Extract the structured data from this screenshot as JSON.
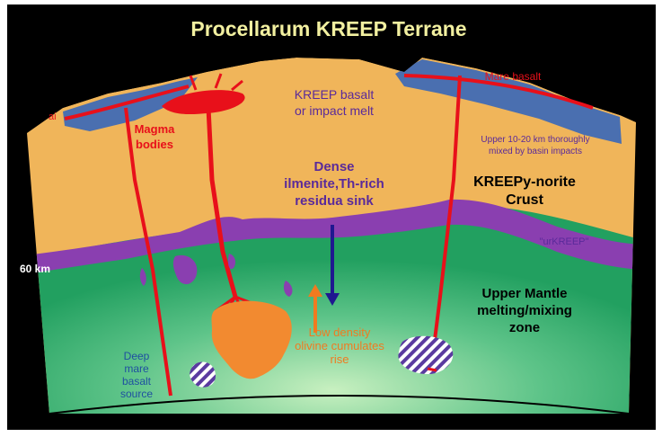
{
  "title": "Procellarum KREEP Terrane",
  "labels": {
    "mare_basalt": "Mare basalt",
    "magma_bodies_1": "Magma",
    "magma_bodies_2": "bodies",
    "kreep_basalt_1": "KREEP basalt",
    "kreep_basalt_2": "or impact melt",
    "upper_1": "Upper 10-20 km thoroughly",
    "upper_2": "mixed by basin impacts",
    "dense_1": "Dense",
    "dense_2": "ilmenite,Th-rich",
    "dense_3": "residua sink",
    "crust_1": "KREEPy-norite",
    "crust_2": "Crust",
    "urkreep": "\"urKREEP\"",
    "depth": "60 km",
    "mantle_1": "Upper Mantle",
    "mantle_2": "melting/mixing",
    "mantle_3": "zone",
    "low_1": "Low density",
    "low_2": "olivine cumulates",
    "low_3": "rise",
    "deep_1": "Deep",
    "deep_2": "mare",
    "deep_3": "basalt",
    "deep_4": "source"
  },
  "colors": {
    "background": "#000000",
    "title": "#f2f0a0",
    "crust": "#f0b55a",
    "mantle": "#2fae6a",
    "mantle_light": "#c8f0c0",
    "mare": "#4a6fb0",
    "kreep_layer": "#8a3fb0",
    "magma": "#e8101a",
    "orange_body": "#f28a30",
    "arrow_down": "#1f1890",
    "arrow_up": "#f07a20",
    "purple_text": "#5a2a9a"
  }
}
